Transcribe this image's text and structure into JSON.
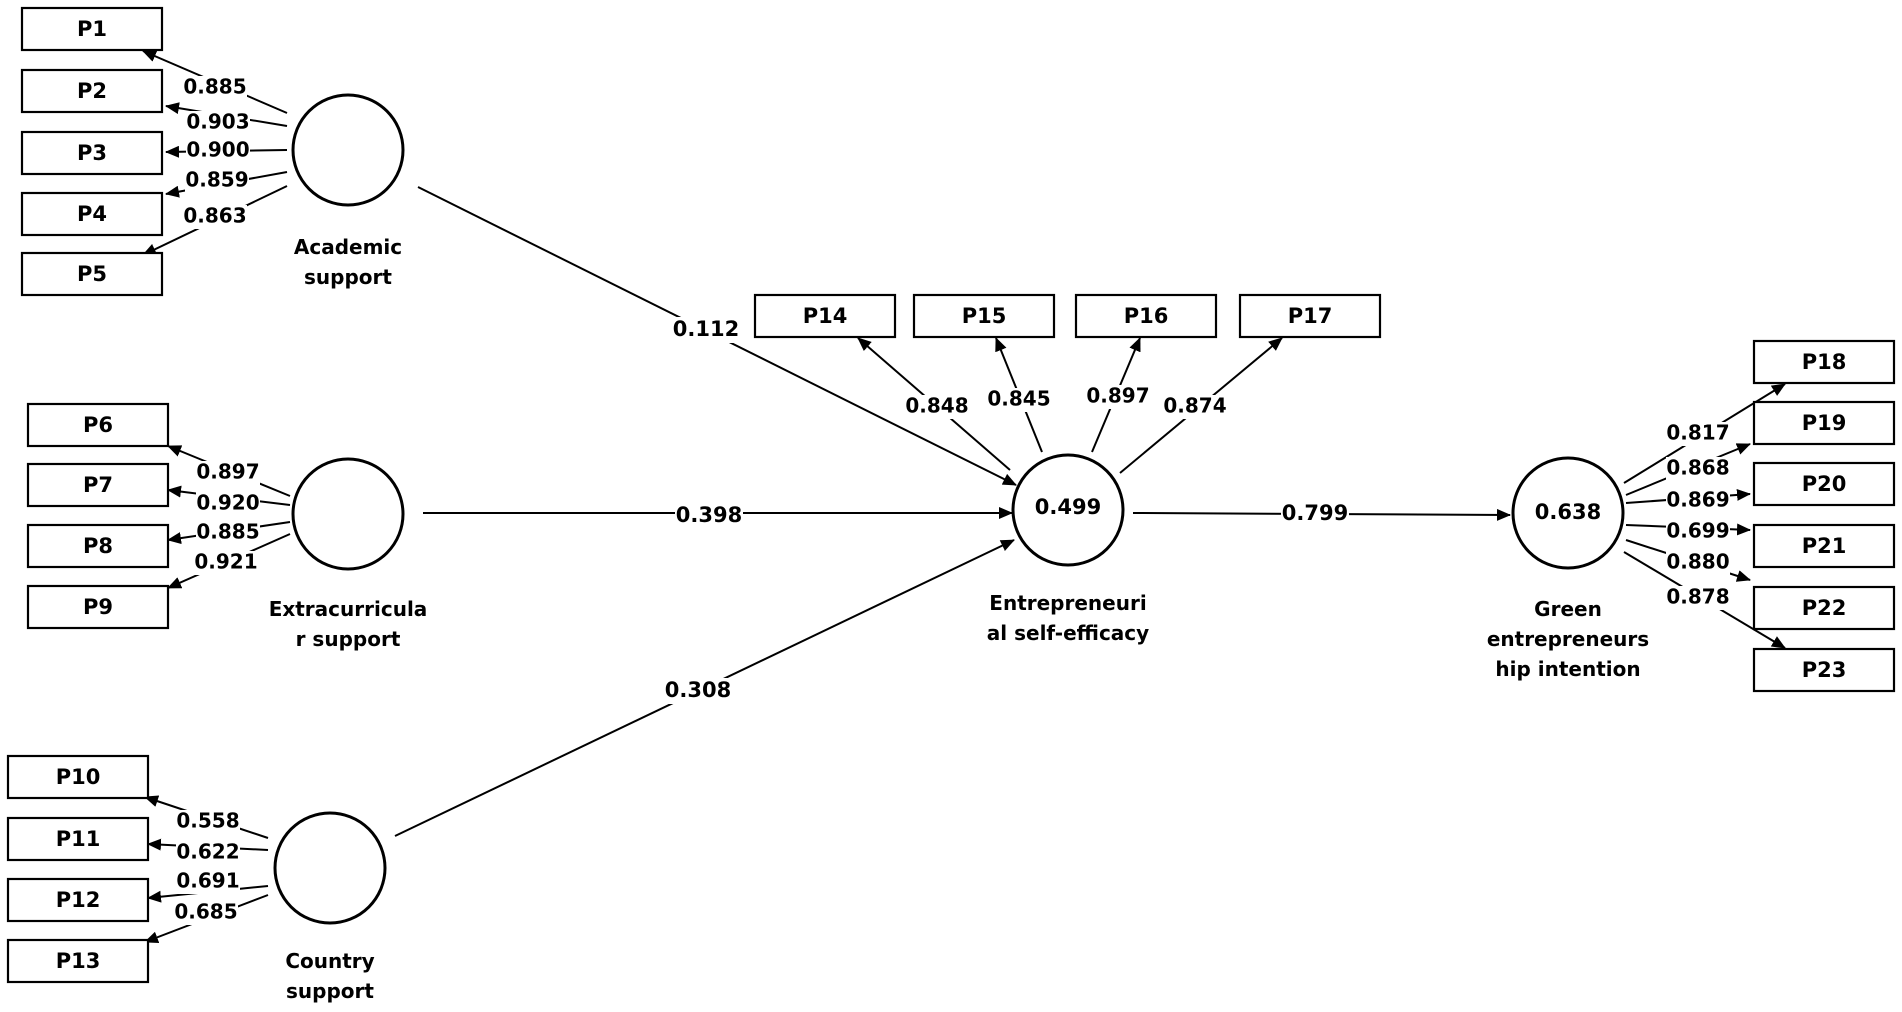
{
  "diagram": {
    "constructs": [
      {
        "id": "as",
        "name_lines": [
          "Academic",
          "support"
        ],
        "value": ""
      },
      {
        "id": "ex",
        "name_lines": [
          "Extracurricula",
          "r support"
        ],
        "value": ""
      },
      {
        "id": "cs",
        "name_lines": [
          "Country",
          "support"
        ],
        "value": ""
      },
      {
        "id": "ese",
        "name_lines": [
          "Entrepreneuri",
          "al self-efficacy"
        ],
        "value": "0.499"
      },
      {
        "id": "gei",
        "name_lines": [
          "Green",
          "entrepreneurs",
          "hip intention"
        ],
        "value": "0.638"
      }
    ],
    "indicators": [
      {
        "id": "P1",
        "label": "P1",
        "construct": "as",
        "loading": "0.885"
      },
      {
        "id": "P2",
        "label": "P2",
        "construct": "as",
        "loading": "0.903"
      },
      {
        "id": "P3",
        "label": "P3",
        "construct": "as",
        "loading": "0.900"
      },
      {
        "id": "P4",
        "label": "P4",
        "construct": "as",
        "loading": "0.859"
      },
      {
        "id": "P5",
        "label": "P5",
        "construct": "as",
        "loading": "0.863"
      },
      {
        "id": "P6",
        "label": "P6",
        "construct": "ex",
        "loading": "0.897"
      },
      {
        "id": "P7",
        "label": "P7",
        "construct": "ex",
        "loading": "0.920"
      },
      {
        "id": "P8",
        "label": "P8",
        "construct": "ex",
        "loading": "0.885"
      },
      {
        "id": "P9",
        "label": "P9",
        "construct": "ex",
        "loading": "0.921"
      },
      {
        "id": "P10",
        "label": "P10",
        "construct": "cs",
        "loading": "0.558"
      },
      {
        "id": "P11",
        "label": "P11",
        "construct": "cs",
        "loading": "0.622"
      },
      {
        "id": "P12",
        "label": "P12",
        "construct": "cs",
        "loading": "0.691"
      },
      {
        "id": "P13",
        "label": "P13",
        "construct": "cs",
        "loading": "0.685"
      },
      {
        "id": "P14",
        "label": "P14",
        "construct": "ese",
        "loading": "0.848"
      },
      {
        "id": "P15",
        "label": "P15",
        "construct": "ese",
        "loading": "0.845"
      },
      {
        "id": "P16",
        "label": "P16",
        "construct": "ese",
        "loading": "0.897"
      },
      {
        "id": "P17",
        "label": "P17",
        "construct": "ese",
        "loading": "0.874"
      },
      {
        "id": "P18",
        "label": "P18",
        "construct": "gei",
        "loading": "0.817"
      },
      {
        "id": "P19",
        "label": "P19",
        "construct": "gei",
        "loading": "0.868"
      },
      {
        "id": "P20",
        "label": "P20",
        "construct": "gei",
        "loading": "0.869"
      },
      {
        "id": "P21",
        "label": "P21",
        "construct": "gei",
        "loading": "0.699"
      },
      {
        "id": "P22",
        "label": "P22",
        "construct": "gei",
        "loading": "0.880"
      },
      {
        "id": "P23",
        "label": "P23",
        "construct": "gei",
        "loading": "0.878"
      }
    ],
    "paths": [
      {
        "from": "as",
        "to": "ese",
        "coef": "0.112"
      },
      {
        "from": "ex",
        "to": "ese",
        "coef": "0.398"
      },
      {
        "from": "cs",
        "to": "ese",
        "coef": "0.308"
      },
      {
        "from": "ese",
        "to": "gei",
        "coef": "0.799"
      }
    ]
  }
}
